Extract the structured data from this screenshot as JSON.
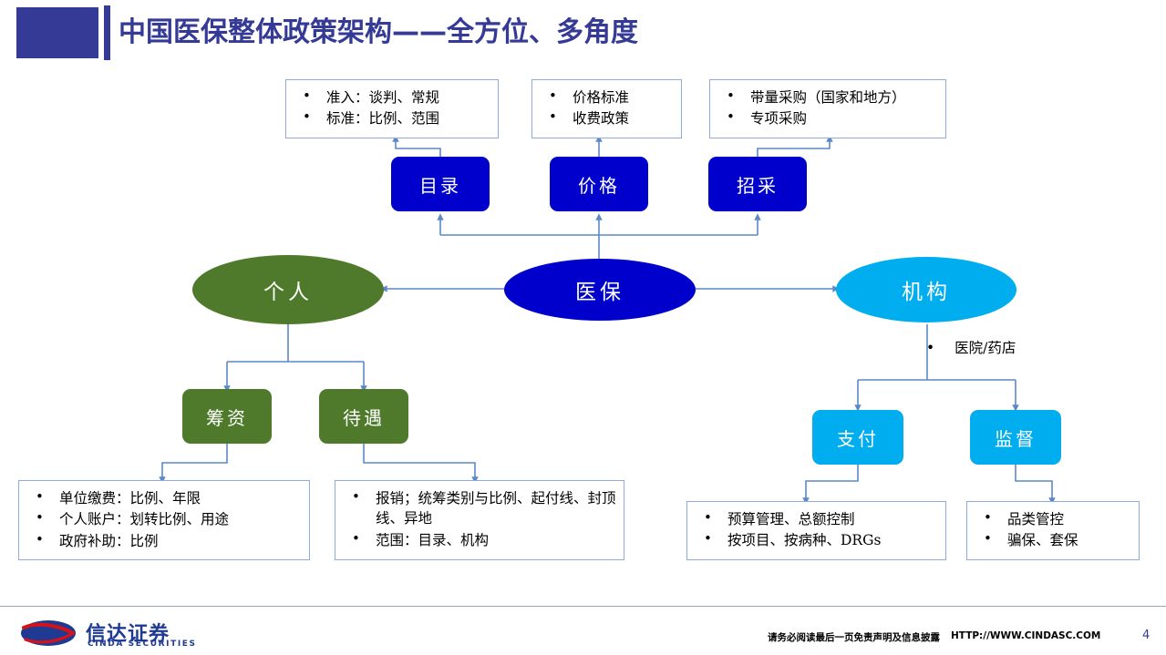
{
  "header": {
    "title": "中国医保整体政策架构——全方位、多角度",
    "accent_color": "#343A95"
  },
  "colors": {
    "dark_blue": "#0000CC",
    "green": "#4F7A2B",
    "cyan": "#00AEEF",
    "connector": "#5B89C8",
    "box_border": "#8FAADC",
    "header_accent": "#343A95"
  },
  "diagram": {
    "root": {
      "label": "医保",
      "shape": "ellipse",
      "color": "#0000CC"
    },
    "top_nodes": [
      {
        "label": "目录",
        "shape": "rounded-rect",
        "color": "#0000CC"
      },
      {
        "label": "价格",
        "shape": "rounded-rect",
        "color": "#0000CC"
      },
      {
        "label": "招采",
        "shape": "rounded-rect",
        "color": "#0000CC"
      }
    ],
    "top_detail_boxes": [
      {
        "items": [
          "准入：谈判、常规",
          "标准：比例、范围"
        ]
      },
      {
        "items": [
          "价格标准",
          "收费政策"
        ]
      },
      {
        "items": [
          "带量采购（国家和地方）",
          "专项采购"
        ]
      }
    ],
    "left_branch": {
      "label": "个人",
      "shape": "ellipse",
      "color": "#4F7A2B",
      "children": [
        {
          "label": "筹资",
          "shape": "rounded-rect",
          "color": "#4F7A2B"
        },
        {
          "label": "待遇",
          "shape": "rounded-rect",
          "color": "#4F7A2B"
        }
      ],
      "detail_boxes": [
        {
          "items": [
            "单位缴费：比例、年限",
            "个人账户：划转比例、用途",
            "政府补助：比例"
          ]
        },
        {
          "items": [
            "报销；统筹类别与比例、起付线、封顶线、异地",
            "范围：目录、机构"
          ]
        }
      ]
    },
    "right_branch": {
      "label": "机构",
      "shape": "ellipse",
      "color": "#00AEEF",
      "note": "医院/药店",
      "children": [
        {
          "label": "支付",
          "shape": "rounded-rect",
          "color": "#00AEEF"
        },
        {
          "label": "监督",
          "shape": "rounded-rect",
          "color": "#00AEEF"
        }
      ],
      "detail_boxes": [
        {
          "items": [
            "预算管理、总额控制",
            "按项目、按病种、DRGs"
          ]
        },
        {
          "items": [
            "品类管控",
            "骗保、套保"
          ]
        }
      ]
    }
  },
  "footer": {
    "logo_cn": "信达证券",
    "logo_en": "CINDA SECURITIES",
    "note": "请务必阅读最后一页免责声明及信息披露",
    "url": "HTTP://WWW.CINDASC.COM",
    "page_number": "4"
  }
}
